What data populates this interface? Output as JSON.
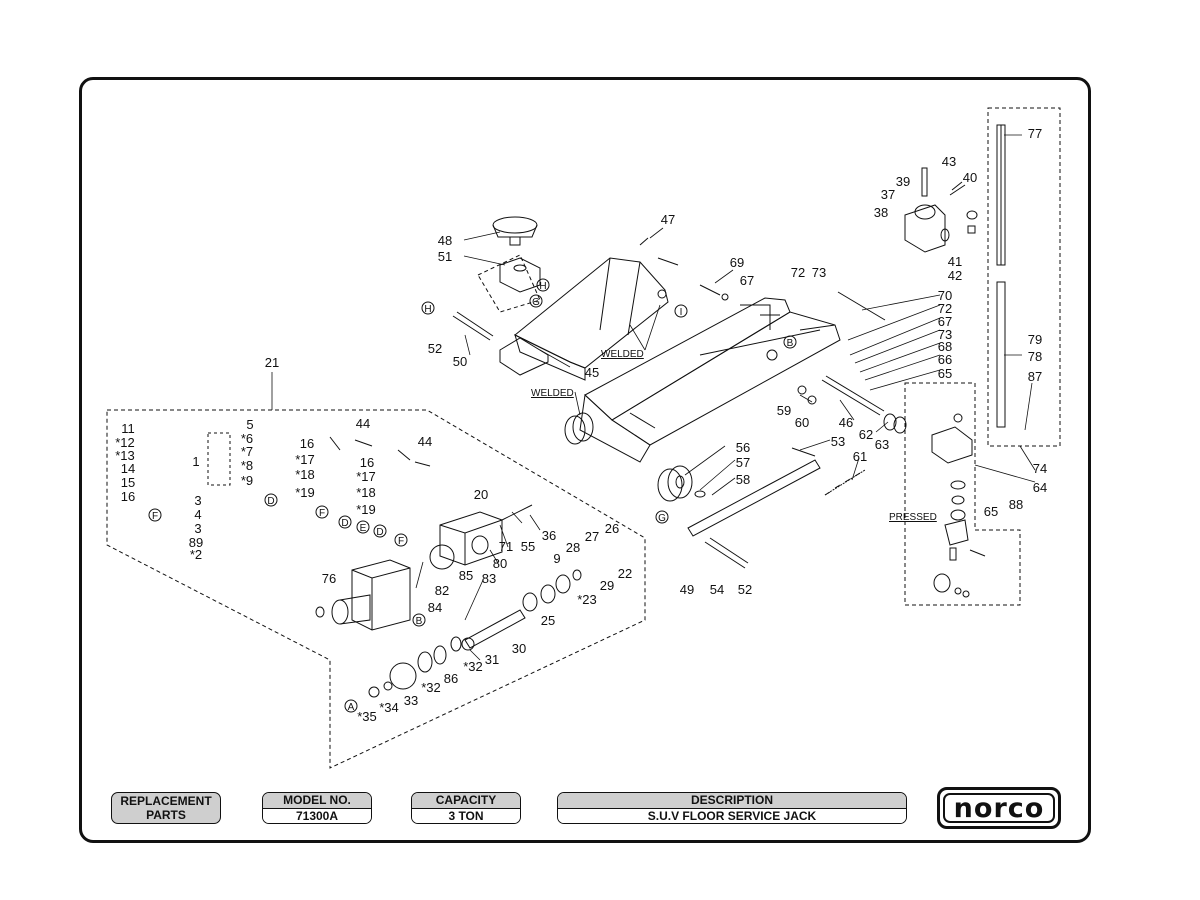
{
  "callouts": {
    "c11": "11",
    "c12": "*12",
    "c13": "*13",
    "c14": "14",
    "c15": "15",
    "c16a": "16",
    "c1": "1",
    "cF1": "F",
    "c5": "5",
    "c6": "*6",
    "c7": "*7",
    "c8": "*8",
    "c9a": "*9",
    "cD1": "D",
    "c3a": "3",
    "c4": "4",
    "c3b": "3",
    "c89": "89",
    "c2": "*2",
    "c21": "21",
    "c16b": "16",
    "c17a": "*17",
    "c18a": "*18",
    "c19a": "*19",
    "c44a": "44",
    "c16c": "16",
    "c17b": "*17",
    "c18b": "*18",
    "c19b": "*19",
    "c44b": "44",
    "cF2": "F",
    "cD2": "D",
    "cE": "E",
    "cD3": "D",
    "cF3": "F",
    "c76": "76",
    "c82": "82",
    "c84": "84",
    "cB1": "B",
    "c83": "83",
    "c85": "85",
    "c80": "80",
    "c20": "20",
    "c71": "71",
    "c55": "55",
    "c36": "36",
    "c9b": "9",
    "c28": "28",
    "c27": "27",
    "c26": "26",
    "c22": "22",
    "c29": "29",
    "c23": "*23",
    "c25": "25",
    "c30": "30",
    "c31": "31",
    "c32a": "*32",
    "c86": "86",
    "c32b": "*32",
    "c33": "33",
    "c34": "*34",
    "c35": "*35",
    "cA": "A",
    "c48": "48",
    "c51": "51",
    "cH1": "H",
    "cG1": "G",
    "c47": "47",
    "c69": "69",
    "c67a": "67",
    "cI": "I",
    "cH2": "H",
    "c52a": "52",
    "c50": "50",
    "c45": "45",
    "c72a": "72",
    "c73a": "73",
    "c70": "70",
    "c72b": "72",
    "c67b": "67",
    "c73b": "73",
    "c68": "68",
    "c66": "66",
    "c65a": "65",
    "cB2": "B",
    "c59": "59",
    "c60": "60",
    "c46": "46",
    "c62": "62",
    "c63": "63",
    "c56": "56",
    "c57": "57",
    "c58": "58",
    "c53": "53",
    "c61": "61",
    "cG2": "G",
    "c49": "49",
    "c54": "54",
    "c52b": "52",
    "c39": "39",
    "c43": "43",
    "c40": "40",
    "c37": "37",
    "c38": "38",
    "c41": "41",
    "c42": "42",
    "c77": "77",
    "c79": "79",
    "c78": "78",
    "c87": "87",
    "c74": "74",
    "c64": "64",
    "c65b": "65",
    "c88": "88"
  },
  "notes": {
    "welded1": "WELDED",
    "welded2": "WELDED",
    "pressed": "PRESSED"
  },
  "footer": {
    "replacement": "REPLACEMENT",
    "parts": "PARTS",
    "model_label": "MODEL NO.",
    "model_value": "71300A",
    "capacity_label": "CAPACITY",
    "capacity_value": "3 TON",
    "description_label": "DESCRIPTION",
    "description_value": "S.U.V FLOOR SERVICE JACK",
    "logo": "norco"
  }
}
